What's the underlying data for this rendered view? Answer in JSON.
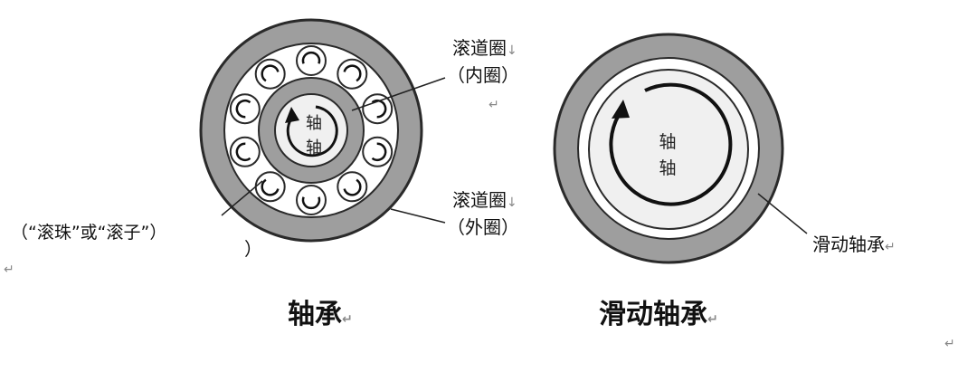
{
  "colors": {
    "ring": "#9e9e9e",
    "ring_stroke": "#2a2a2a",
    "inner_fill": "#f0f0f0",
    "background": "#ffffff",
    "text": "#111111"
  },
  "left_diagram": {
    "title": "轴承",
    "shaft_label": [
      "轴",
      "轴"
    ],
    "ball_count": 10,
    "inner_race_label": [
      "滚道圈",
      "（内圈）"
    ],
    "outer_race_label": [
      "滚道圈",
      "（外圈）"
    ],
    "rolling_element_label": "（“滚珠”或“滚子”）",
    "stray_paren": "）"
  },
  "right_diagram": {
    "title": "滑动轴承",
    "shaft_label": [
      "轴",
      "轴"
    ],
    "bearing_label": "滑动轴承"
  },
  "marks": {
    "down_arrow": "↓",
    "return": "↵"
  }
}
